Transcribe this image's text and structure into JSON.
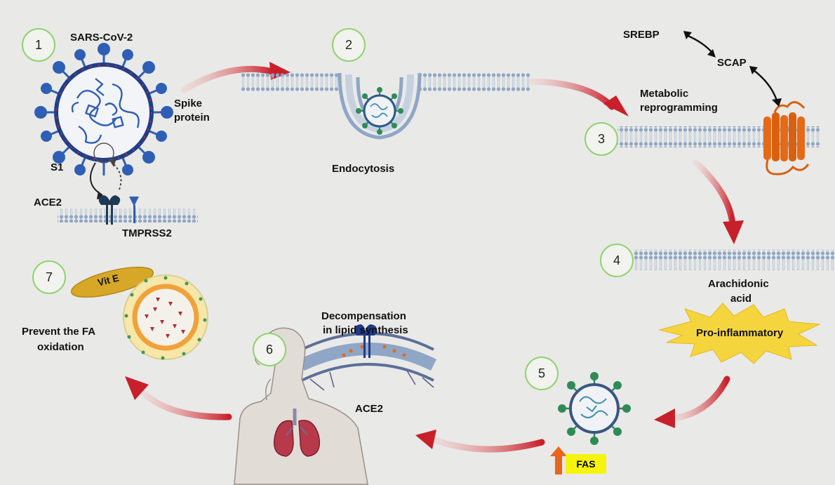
{
  "steps": [
    "1",
    "2",
    "3",
    "4",
    "5",
    "6",
    "7"
  ],
  "labels": {
    "sars": "SARS-CoV-2",
    "spike_1": "Spike",
    "spike_2": "protein",
    "s1": "S1",
    "ace2": "ACE2",
    "tmprss2": "TMPRSS2",
    "endocytosis": "Endocytosis",
    "metabolic_1": "Metabolic",
    "metabolic_2": "reprogramming",
    "srebp": "SREBP",
    "scap": "SCAP",
    "arachidonic_1": "Arachidonic",
    "arachidonic_2": "acid",
    "pro_inflammatory": "Pro-inflammatory",
    "fas": "FAS",
    "decomp_1": "Decompensation",
    "decomp_2": "in lipid synthesis",
    "ace2_lower": "ACE2",
    "vit_e": "Vit E",
    "prevent_1": "Prevent the FA",
    "prevent_2": "oxidation"
  },
  "colors": {
    "background": "#e9e9e7",
    "arrow": "#c8202a",
    "membrane": "#8fa6c6",
    "virus_envelope": "#1c3f8c",
    "spike": "#2f5fb5",
    "spike_tip": "#c02235",
    "scap_protein": "#e46a18",
    "burst": "#f5d53e",
    "fas_highlight": "#f6f40a",
    "up_arrow": "#e8651a",
    "step_ring": "#8fd36e",
    "vit_e": "#d7a828",
    "lipid_droplet_ring": "#f0a23a",
    "lung": "#b83a4a"
  },
  "icons": [
    "sars-cov-2-virus-icon",
    "small-virus-icon",
    "membrane-icon",
    "receptor-icon",
    "scap-protein-icon",
    "human-figure-icon",
    "lungs-icon",
    "lipid-droplet-icon",
    "vitamin-e-capsule-icon",
    "up-arrow-icon"
  ]
}
